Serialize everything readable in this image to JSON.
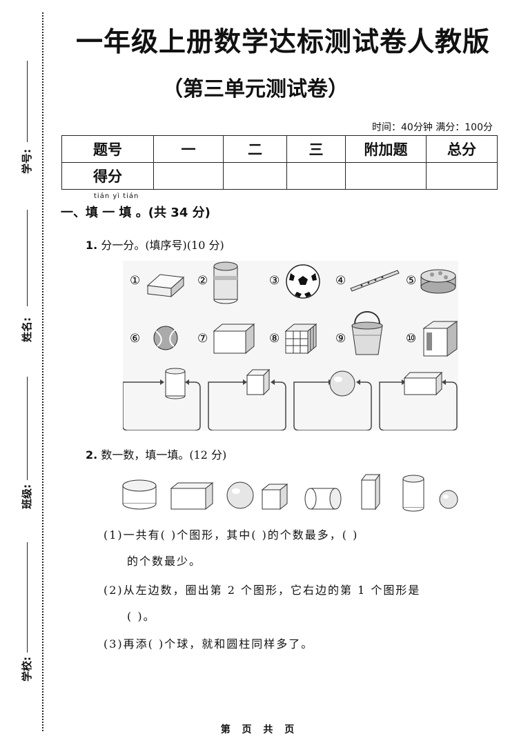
{
  "margin": {
    "fields": [
      "学号:",
      "姓名:",
      "班级:",
      "学校:"
    ]
  },
  "header": {
    "title": "一年级上册数学达标测试卷人教版",
    "subtitle": "（第三单元测试卷）",
    "time_info": "时间：40分钟  满分：100分"
  },
  "score_table": {
    "headers": [
      "题号",
      "一",
      "二",
      "三",
      "附加题",
      "总分"
    ],
    "row_label": "得分"
  },
  "section1": {
    "pinyin": "tián  yì  tián",
    "heading": "一、填 一 填 。(共 34 分)",
    "q1": {
      "number": "1.",
      "text": "分一分。(填序号)(10 分)",
      "item_numbers": [
        "①",
        "②",
        "③",
        "④",
        "⑤",
        "⑥",
        "⑦",
        "⑧",
        "⑨",
        "⑩"
      ],
      "item_icons": [
        "eraser-icon",
        "can-icon",
        "soccer-ball-icon",
        "flute-icon",
        "biscuit-tin-icon",
        "tennis-ball-icon",
        "box-icon",
        "rubiks-cube-icon",
        "bucket-icon",
        "cube-box-icon"
      ],
      "category_icons": [
        "cylinder-icon",
        "cube-icon",
        "sphere-icon",
        "cuboid-icon"
      ]
    },
    "q2": {
      "number": "2.",
      "text": "数一数，填一填。(12 分)",
      "shape_icons": [
        "cylinder-icon",
        "cuboid-icon",
        "sphere-icon",
        "cube-icon",
        "cylinder-icon",
        "cuboid-icon",
        "cylinder-icon",
        "sphere-icon"
      ],
      "sub1_line1": "(1)一共有(      )个图形，其中(      )的个数最多，(      )",
      "sub1_line2": "的个数最少。",
      "sub2_line1": "(2)从左边数，圈出第 2 个图形，它右边的第 1 个图形是",
      "sub2_line2": "(      )。",
      "sub3": "(3)再添(      )个球，就和圆柱同样多了。"
    }
  },
  "footer": {
    "text": "第 页 共 页"
  }
}
